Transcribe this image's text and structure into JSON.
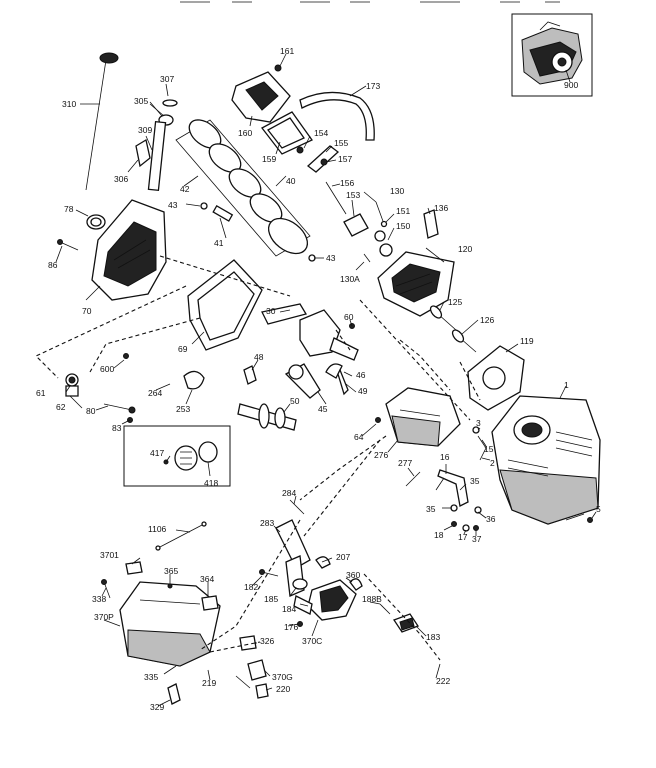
{
  "labels": {
    "l307": "307",
    "l310": "310",
    "l305": "305",
    "l309": "309",
    "l306": "306",
    "l161": "161",
    "l160": "160",
    "l159": "159",
    "l173": "173",
    "l154": "154",
    "l155": "155",
    "l157": "157",
    "l156": "156",
    "l130": "130",
    "l153": "153",
    "l151": "151",
    "l150": "150",
    "l136": "136",
    "l120": "120",
    "l130A": "130A",
    "l42": "42",
    "l40": "40",
    "l43a": "43",
    "l43b": "43",
    "l41": "41",
    "l78": "78",
    "l86": "86",
    "l70": "70",
    "l69": "69",
    "l30": "30",
    "l60": "60",
    "l125": "125",
    "l126": "126",
    "l119": "119",
    "l1": "1",
    "l600": "600",
    "l61": "61",
    "l62": "62",
    "l264": "264",
    "l48": "48",
    "l46": "46",
    "l80": "80",
    "l253": "253",
    "l50": "50",
    "l45": "45",
    "l49": "49",
    "l83": "83",
    "l64": "64",
    "l276": "276",
    "l3": "3",
    "l15": "15",
    "l2": "2",
    "l417": "417",
    "l418": "418",
    "l277": "277",
    "l16": "16",
    "l35": "35",
    "l36": "36",
    "l18": "18",
    "l17": "17",
    "l37": "37",
    "l5": "5",
    "l284": "284",
    "l1106": "1106",
    "l283": "283",
    "l3701": "3701",
    "l365": "365",
    "l207": "207",
    "l360": "360",
    "l182": "182",
    "l338": "338",
    "l364": "364",
    "l185": "185",
    "l184": "184",
    "l188B": "188B",
    "l176": "176",
    "l370P": "370P",
    "l183": "183",
    "l326": "326",
    "l370C": "370C",
    "l335": "335",
    "l219": "219",
    "l370G": "370G",
    "l220": "220",
    "l222": "222",
    "l329": "329",
    "l900": "900"
  }
}
